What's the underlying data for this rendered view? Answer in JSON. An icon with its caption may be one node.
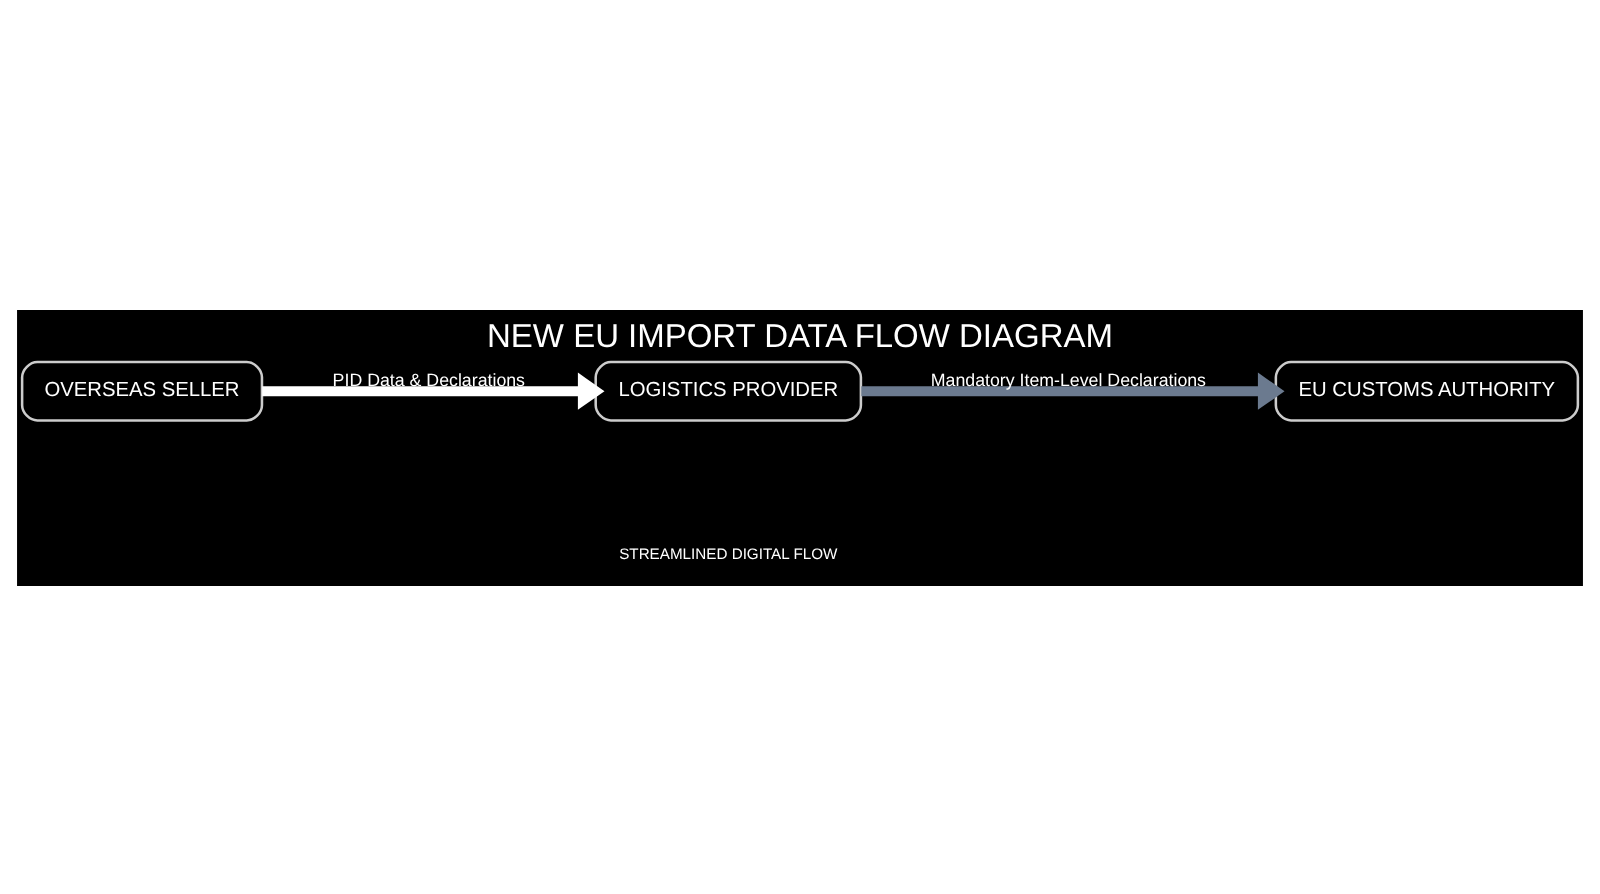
{
  "diagram": {
    "title": "NEW EU IMPORT DATA FLOW DIAGRAM",
    "nodes": [
      {
        "text": [
          "OVERSEAS SELLER"
        ]
      },
      {
        "text": [
          "LOGISTICS PROVIDER"
        ]
      },
      {
        "text": [
          "EU CUSTOMS AUTHORITY"
        ]
      }
    ],
    "edges": [
      {
        "from": 0,
        "to": 1,
        "arrow": "to",
        "label": "PID Data & Declarations",
        "color": "#ffffff"
      },
      {
        "from": 1,
        "to": 2,
        "arrow": "to",
        "label": "Mandatory Item-Level Declarations",
        "color": "#6b7a8f"
      }
    ],
    "labels": [
      "STREAMLINED DIGITAL FLOW"
    ]
  }
}
